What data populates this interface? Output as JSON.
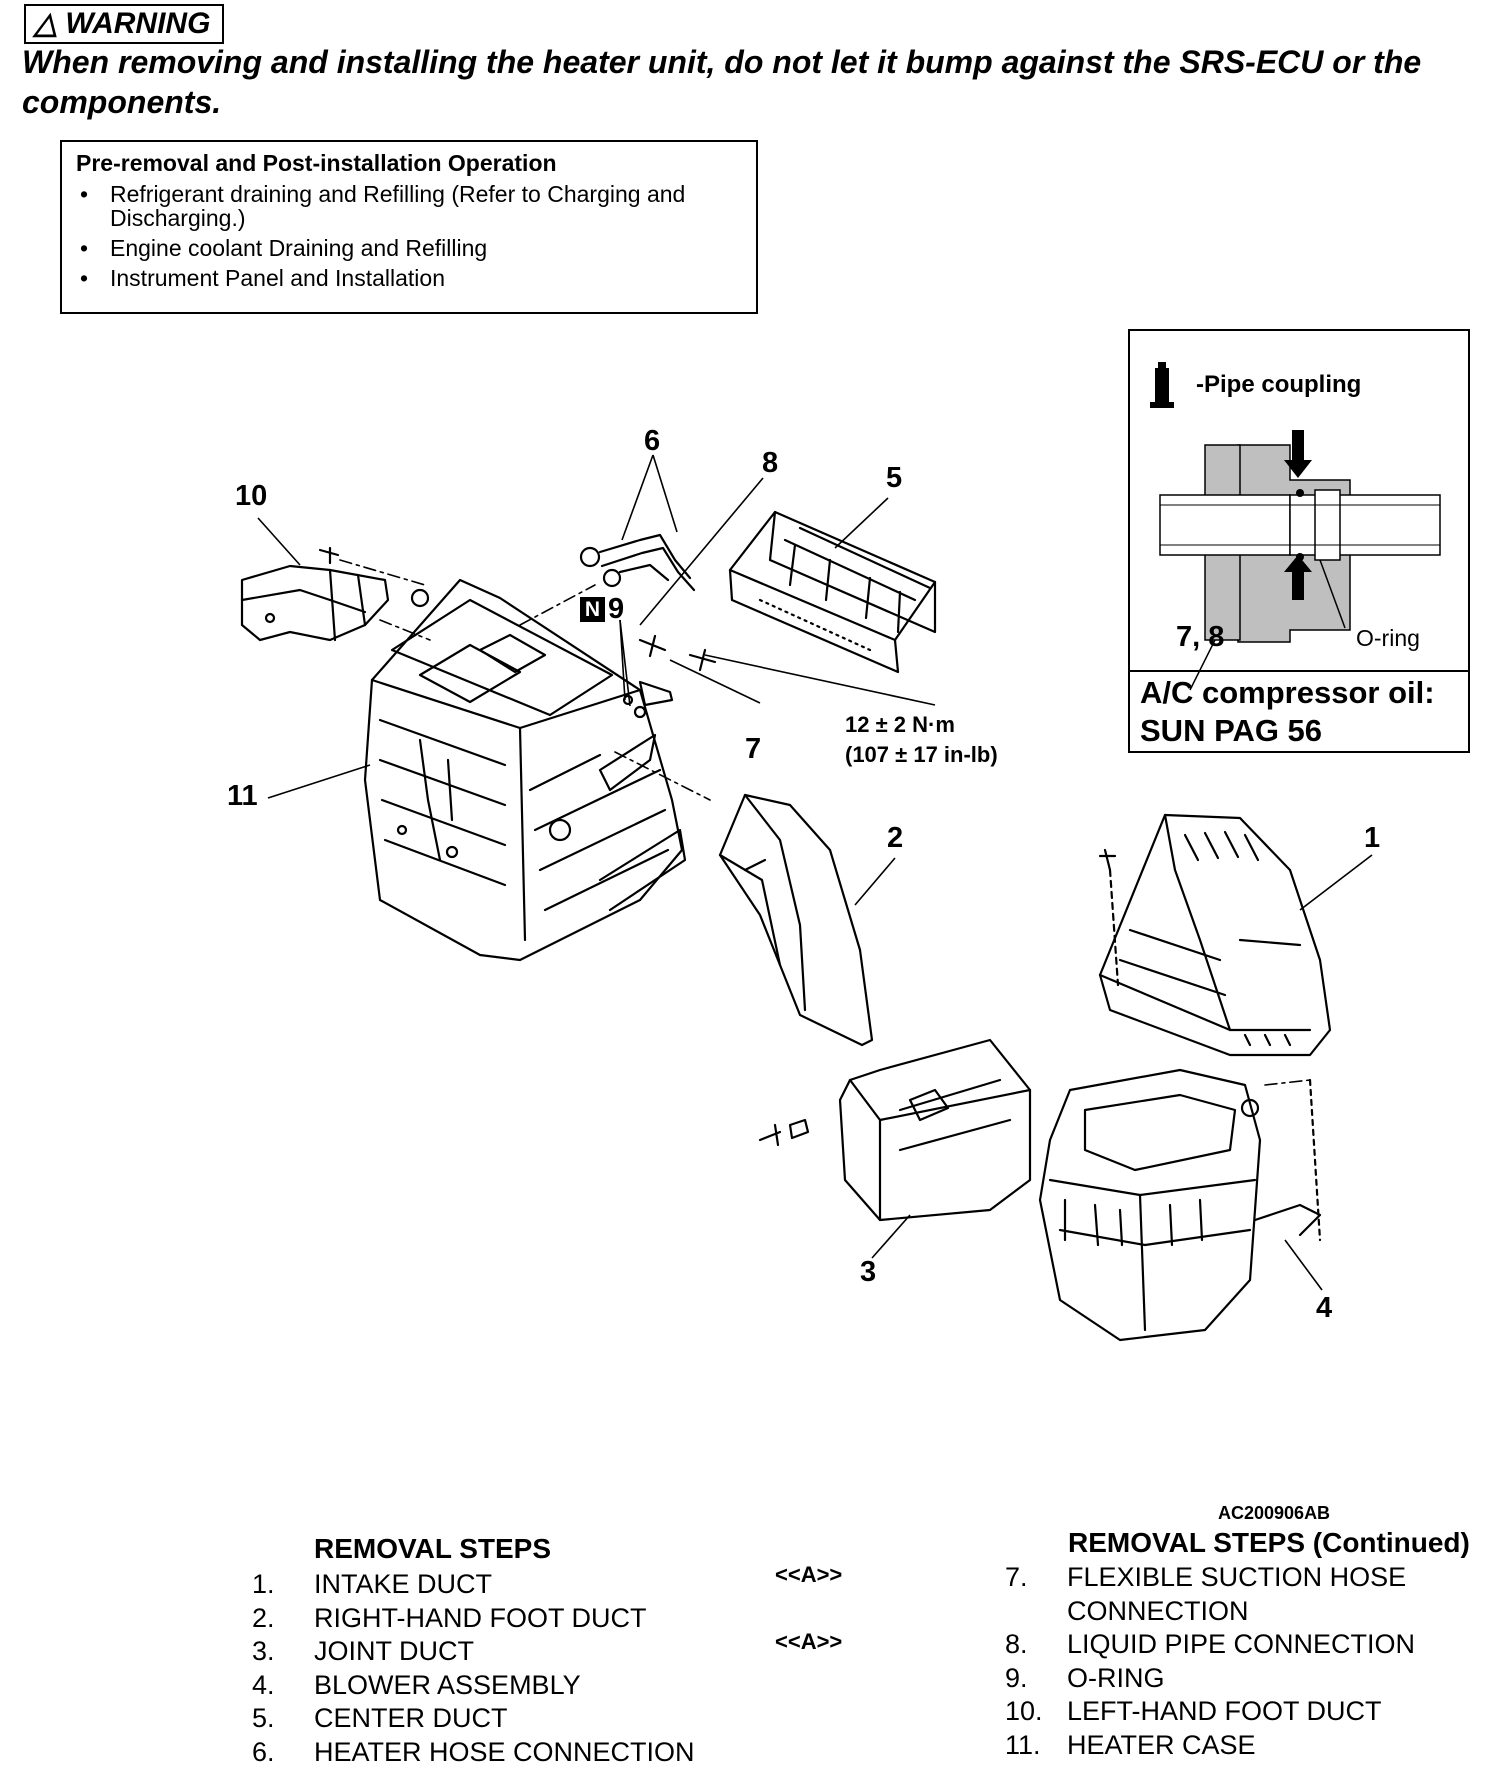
{
  "warning": {
    "label": "WARNING",
    "text": "When removing and installing the heater unit, do not let it bump against the SRS-ECU or the components."
  },
  "pre_removal": {
    "title": "Pre-removal and Post-installation Operation",
    "items": [
      "Refrigerant draining and Refilling (Refer to Charging and Discharging.)",
      "Engine coolant Draining and Refilling",
      "Instrument Panel and Installation"
    ]
  },
  "inset": {
    "title": "-Pipe coupling",
    "callout": "7, 8",
    "oring_label": "O-ring",
    "oil_line1": "A/C compressor oil:",
    "oil_line2": "SUN PAG 56"
  },
  "callouts": {
    "c1": "1",
    "c2": "2",
    "c3": "3",
    "c4": "4",
    "c5": "5",
    "c6": "6",
    "c7": "7",
    "c8": "8",
    "c9": "9",
    "c9_badge": "N",
    "c10": "10",
    "c11": "11"
  },
  "torque": {
    "line1": "12 ± 2 N·m",
    "line2": "(107 ± 17 in-lb)"
  },
  "figure_id": "AC200906AB",
  "removal_steps": {
    "heading": "REMOVAL STEPS",
    "heading_continued": "REMOVAL STEPS (Continued)",
    "left": [
      {
        "num": "1.",
        "text": "INTAKE DUCT"
      },
      {
        "num": "2.",
        "text": "RIGHT-HAND FOOT DUCT"
      },
      {
        "num": "3.",
        "text": "JOINT DUCT"
      },
      {
        "num": "4.",
        "text": "BLOWER ASSEMBLY"
      },
      {
        "num": "5.",
        "text": "CENTER DUCT"
      },
      {
        "num": "6.",
        "text": "HEATER HOSE CONNECTION"
      }
    ],
    "right": [
      {
        "num": "7.",
        "text": "FLEXIBLE SUCTION HOSE",
        "cont": "CONNECTION",
        "ref": "<<A>>"
      },
      {
        "num": "8.",
        "text": "LIQUID PIPE CONNECTION",
        "ref": "<<A>>"
      },
      {
        "num": "9.",
        "text": "O-RING"
      },
      {
        "num": "10.",
        "text": "LEFT-HAND FOOT DUCT"
      },
      {
        "num": "11.",
        "text": "HEATER CASE"
      }
    ]
  }
}
